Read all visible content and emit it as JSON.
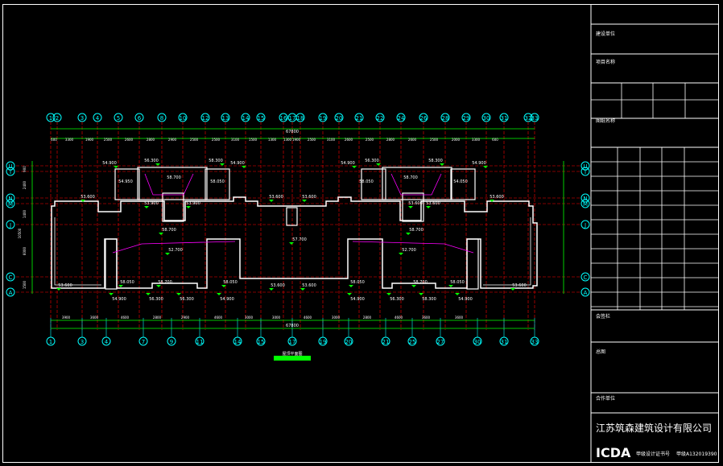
{
  "title_block": {
    "row_labels": [
      "建设单位",
      "项目名称",
      "图纸名称",
      "会签栏",
      "总图",
      "合作单位"
    ],
    "company": "江苏筑森建筑设计有限公司",
    "logo": "ICDA",
    "cert_line_1": "甲级设计证书号",
    "cert_line_2": "甲级A132019390"
  },
  "axes": {
    "top_labels": [
      "1",
      "2",
      "3",
      "4",
      "5",
      "6",
      "8",
      "10",
      "12",
      "13",
      "14",
      "15",
      "16",
      "17",
      "18",
      "19",
      "20",
      "21",
      "22",
      "24",
      "26",
      "28",
      "29",
      "30",
      "31",
      "32",
      "33"
    ],
    "bottom_labels": [
      "1",
      "3",
      "4",
      "7",
      "9",
      "11",
      "14",
      "15",
      "17",
      "19",
      "20",
      "21",
      "25",
      "27",
      "30",
      "31",
      "33"
    ],
    "row_labels_left": [
      "U",
      "T",
      "N",
      "M",
      "J",
      "C",
      "A"
    ],
    "row_labels_right": [
      "U",
      "T",
      "N",
      "M",
      "J",
      "C",
      "A"
    ],
    "overall_dim": "67800",
    "left_vertical_dims": [
      "900",
      "2400",
      "1400",
      "6000",
      "1500"
    ],
    "left_total": "10500"
  },
  "top_dims": [
    "600",
    "3300",
    "1900",
    "2500",
    "2600",
    "2800",
    "2900",
    "2500",
    "2500",
    "3100",
    "1500",
    "1300",
    "1300",
    "1900",
    "2500",
    "3100",
    "2600",
    "2500",
    "2800",
    "2600",
    "2500",
    "2000",
    "3300",
    "600"
  ],
  "bottom_dims": [
    "3900",
    "3600",
    "4600",
    "2800",
    "2900",
    "4600",
    "3000",
    "3000",
    "4600",
    "3000",
    "2800",
    "4600",
    "3600",
    "3600"
  ],
  "elevations": {
    "roof_top": [
      "54.900",
      "56.300",
      "58.300",
      "54.900",
      "54.900",
      "56.300",
      "58.300",
      "54.900"
    ],
    "roof_mid": [
      "58.700",
      "58.700",
      "54.950",
      "58.050",
      "58.050",
      "54.050"
    ],
    "roof_main": [
      "53.600",
      "53.900",
      "53.900",
      "53.600",
      "53.600",
      "53.600",
      "53.600",
      "53.600"
    ],
    "center": [
      "57.700",
      "58.700",
      "58.700",
      "52.700",
      "52.700"
    ],
    "bottom": [
      "58.050",
      "58.700",
      "58.050",
      "58.050",
      "58.700",
      "58.050",
      "53.600",
      "53.600",
      "53.600",
      "53.600"
    ],
    "bottom_low": [
      "54.900",
      "56.300",
      "56.300",
      "54.900",
      "54.900",
      "56.300",
      "58.300",
      "54.900"
    ]
  },
  "drawing_title": "屋顶平面图"
}
